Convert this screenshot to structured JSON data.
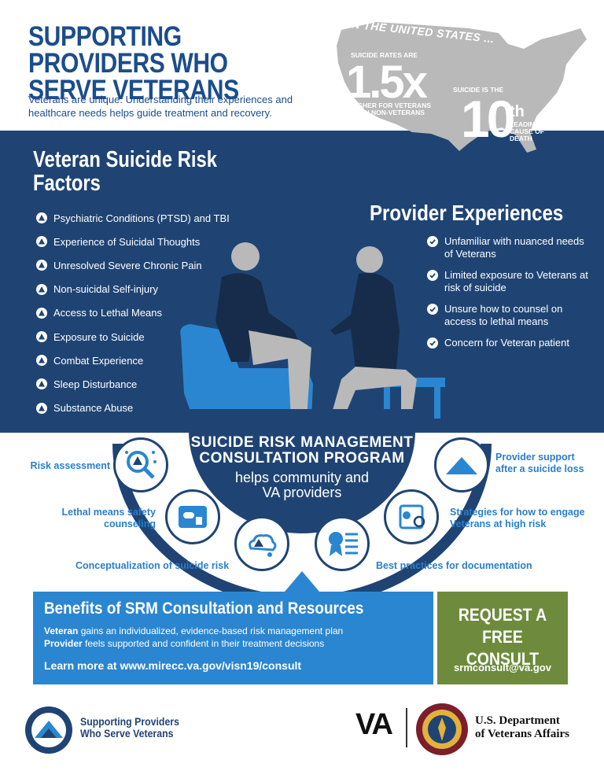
{
  "header": {
    "title": "SUPPORTING PROVIDERS WHO SERVE VETERANS",
    "intro": "Veterans are unique. Understanding their experiences and healthcare needs helps guide treatment and recovery."
  },
  "map_stats": {
    "heading": "IN THE UNITED STATES ...",
    "stat1_pre": "SUICIDE RATES ARE",
    "stat1_value": "1.5x",
    "stat1_post": "HIGHER FOR VETERANS THAN NON-VETERANS",
    "stat2_pre": "SUICIDE IS THE",
    "stat2_value": "10",
    "stat2_suffix": "th",
    "stat2_post": "LEADING CAUSE OF DEATH"
  },
  "risk_factors": {
    "heading": "Veteran Suicide Risk Factors",
    "items": [
      "Psychiatric Conditions (PTSD) and TBI",
      "Experience of Suicidal Thoughts",
      "Unresolved Severe Chronic Pain",
      "Non-suicidal Self-injury",
      "Access to Lethal Means",
      "Exposure to Suicide",
      "Combat Experience",
      "Sleep Disturbance",
      "Substance Abuse"
    ]
  },
  "provider_experiences": {
    "heading": "Provider Experiences",
    "items": [
      "Unfamiliar with nuanced needs of Veterans",
      "Limited exposure to Veterans at risk of suicide",
      "Unsure how to counsel on access to lethal means",
      "Concern for Veteran patient"
    ]
  },
  "program": {
    "title_line1": "SUICIDE RISK MANAGEMENT",
    "title_line2": "CONSULTATION PROGRAM",
    "sub_line1": "helps community and",
    "sub_line2": "VA providers",
    "services": {
      "risk_assessment": "Risk assessment",
      "lethal_means": "Lethal means safety counseling",
      "conceptualization": "Conceptualization of suicide risk",
      "provider_support": "Provider support after a suicide loss",
      "strategies": "Strategies for how to engage Veterans at high risk",
      "best_practices": "Best practices for documentation"
    }
  },
  "benefits": {
    "heading": "Benefits of SRM Consultation and Resources",
    "veteran_label": "Veteran",
    "veteran_text": " gains an individualized, evidence-based risk management plan",
    "provider_label": "Provider",
    "provider_text": " feels supported and confident in their treatment decisions",
    "link": "Learn more at www.mirecc.va.gov/visn19/consult"
  },
  "consult": {
    "title_line1": "REQUEST A",
    "title_line2": "FREE CONSULT",
    "email": "srmconsult@va.gov"
  },
  "footer": {
    "org_line1": "Supporting Providers",
    "org_line2": "Who Serve Veterans",
    "va_logo": "VA",
    "dept_line1": "U.S. Department",
    "dept_line2": "of Veterans Affairs"
  },
  "colors": {
    "navy": "#1f4474",
    "title_blue": "#1b4d8c",
    "accent_blue": "#2a86d1",
    "green": "#6e8b3d",
    "map_gray": "#b9b9b9"
  }
}
